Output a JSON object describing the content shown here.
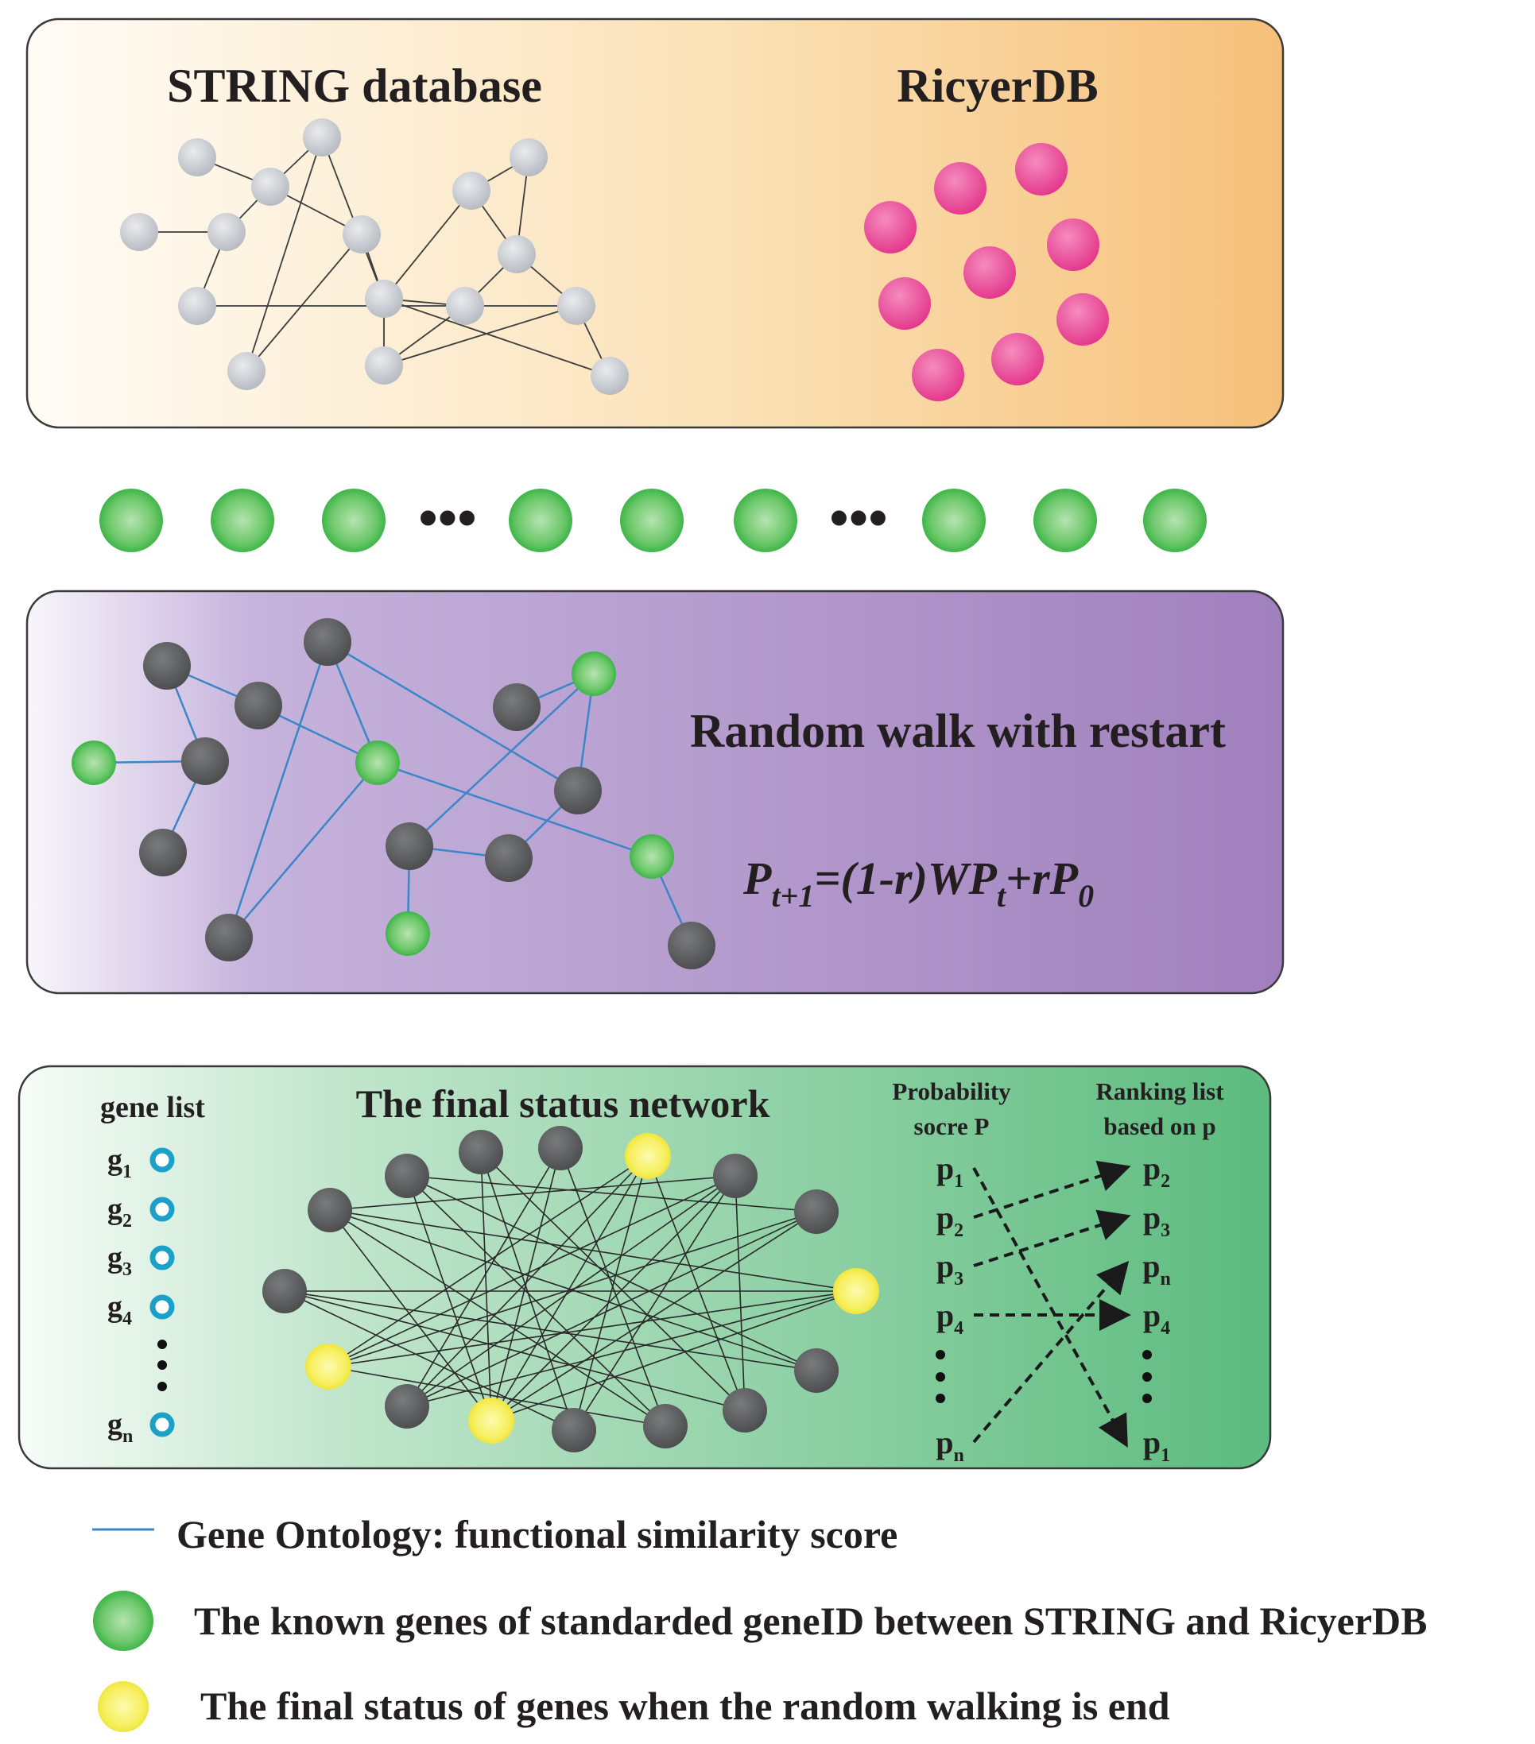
{
  "panel_top": {
    "left_title": "STRING database",
    "right_title": "RicyerDB"
  },
  "ellipsis": "•••",
  "panel_middle": {
    "title": "Random walk with restart"
  },
  "panel_bottom": {
    "gene_list_title": "gene list",
    "network_title": "The final status network",
    "prob_header": [
      "Probability",
      "socre P"
    ],
    "rank_header": [
      "Ranking list",
      "based on p"
    ],
    "genes": [
      {
        "base": "g",
        "sub": "1"
      },
      {
        "base": "g",
        "sub": "2"
      },
      {
        "base": "g",
        "sub": "3"
      },
      {
        "base": "g",
        "sub": "4"
      },
      {
        "base": "g",
        "sub": "n"
      }
    ],
    "prob_list": [
      {
        "base": "p",
        "sub": "1"
      },
      {
        "base": "p",
        "sub": "2"
      },
      {
        "base": "p",
        "sub": "3"
      },
      {
        "base": "p",
        "sub": "4"
      },
      {
        "base": "p",
        "sub": "n"
      }
    ],
    "rank_list": [
      {
        "base": "p",
        "sub": "2"
      },
      {
        "base": "p",
        "sub": "3"
      },
      {
        "base": "p",
        "sub": "n"
      },
      {
        "base": "p",
        "sub": "4"
      },
      {
        "base": "p",
        "sub": "1"
      }
    ],
    "ranking_arrows": [
      {
        "from": "p1",
        "to": "p1"
      },
      {
        "from": "p2",
        "to": "p2"
      },
      {
        "from": "p3",
        "to": "p3"
      },
      {
        "from": "p4",
        "to": "p4"
      },
      {
        "from": "pn",
        "to": "pn"
      }
    ]
  },
  "legend": [
    {
      "marker": "blue-line",
      "text": "Gene Ontology: functional similarity score"
    },
    {
      "marker": "green-node",
      "text": "The known genes of standarded geneID between STRING and RicyerDB"
    },
    {
      "marker": "yellow-node",
      "text": "The final status of genes when the random walking is end"
    }
  ],
  "colors": {
    "panel1_start": "#fffaf2",
    "panel1_end": "#f6c27c",
    "panel2_start": "#f7f4fb",
    "panel2_end": "#a283bf",
    "panel3_start": "#f6fbf7",
    "panel3_end": "#63bd83",
    "string_node": "#c8ccd3",
    "ricyer_node": "#ea4f97",
    "known_gene": "#3cb54a",
    "final_gene": "#f5e94a",
    "gray_node": "#5b5c5e",
    "go_edge": "#3a86c8",
    "gene_marker": "#1ba0c7"
  }
}
